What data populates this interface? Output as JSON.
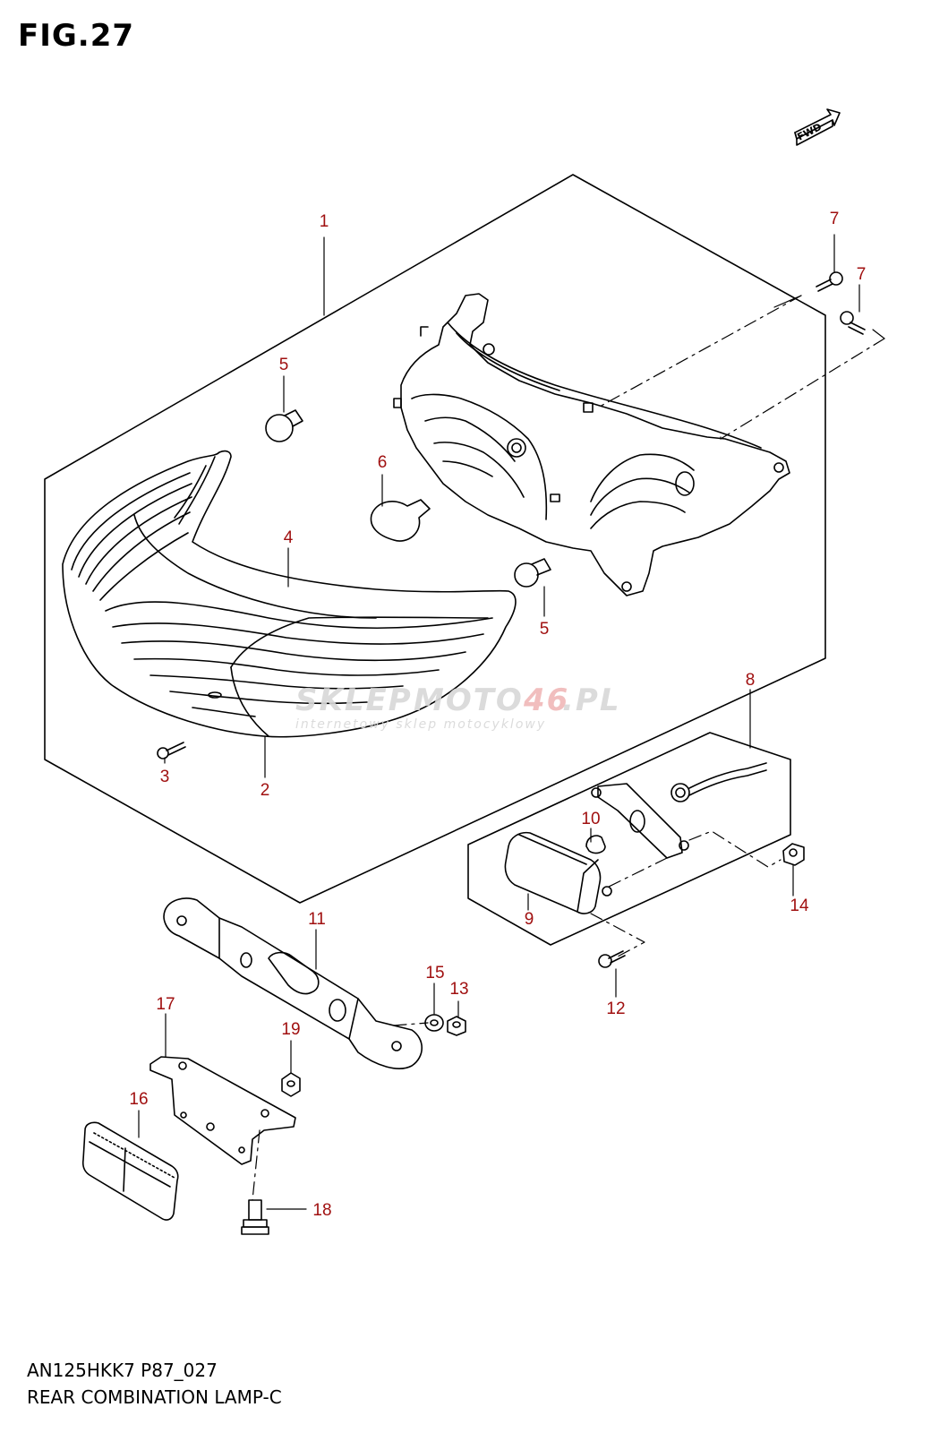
{
  "header": {
    "figure_label": "FIG.27"
  },
  "footer": {
    "model_code": "AN125HKK7 P87_027",
    "diagram_title": "REAR COMBINATION LAMP-C"
  },
  "fwd_arrow": {
    "label": "FWD"
  },
  "watermark": {
    "brand_a": "SKLEP",
    "brand_b": "MOTO",
    "brand_c": "46",
    "brand_d": ".PL",
    "tagline": "internetowy sklep motocyklowy"
  },
  "colors": {
    "callout": "#a01010",
    "line": "#000000",
    "watermark": "#d8d8d8",
    "watermark_accent": "#f0b8b8"
  },
  "callouts": [
    {
      "id": "c1",
      "text": "1"
    },
    {
      "id": "c2",
      "text": "2"
    },
    {
      "id": "c3",
      "text": "3"
    },
    {
      "id": "c4",
      "text": "4"
    },
    {
      "id": "c5a",
      "text": "5"
    },
    {
      "id": "c5b",
      "text": "5"
    },
    {
      "id": "c6",
      "text": "6"
    },
    {
      "id": "c7a",
      "text": "7"
    },
    {
      "id": "c7b",
      "text": "7"
    },
    {
      "id": "c8",
      "text": "8"
    },
    {
      "id": "c9",
      "text": "9"
    },
    {
      "id": "c10",
      "text": "10"
    },
    {
      "id": "c11",
      "text": "11"
    },
    {
      "id": "c12",
      "text": "12"
    },
    {
      "id": "c13",
      "text": "13"
    },
    {
      "id": "c14",
      "text": "14"
    },
    {
      "id": "c15",
      "text": "15"
    },
    {
      "id": "c16",
      "text": "16"
    },
    {
      "id": "c17",
      "text": "17"
    },
    {
      "id": "c18",
      "text": "18"
    },
    {
      "id": "c19",
      "text": "19"
    }
  ]
}
